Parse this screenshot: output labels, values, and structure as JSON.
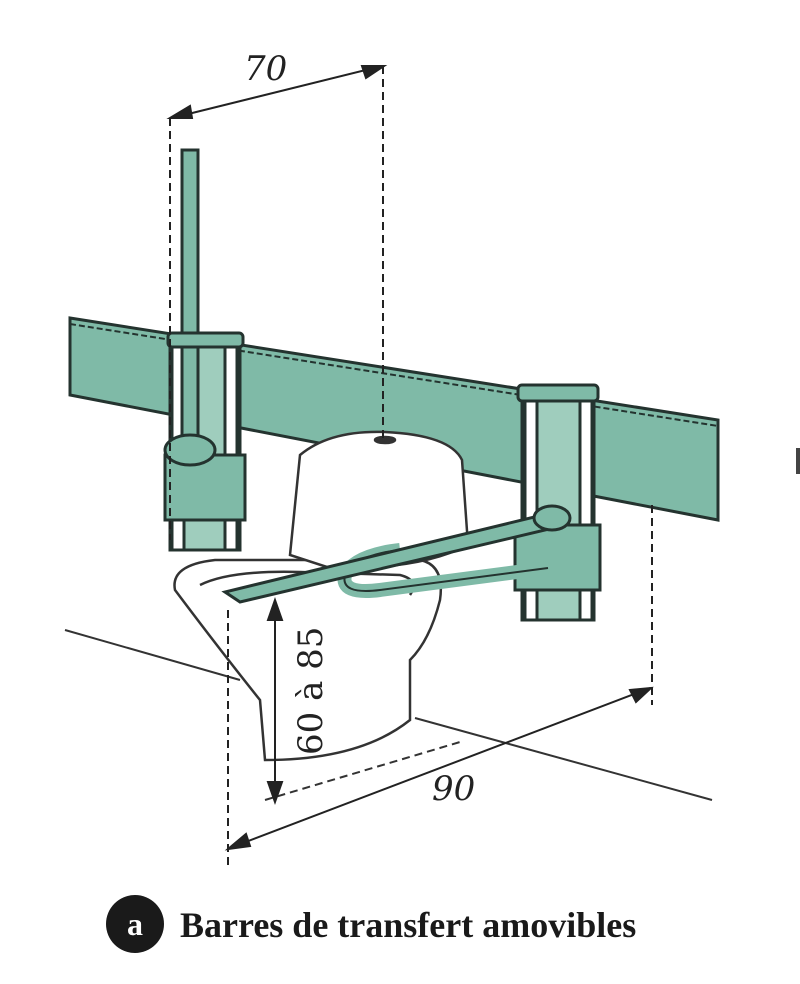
{
  "diagram": {
    "dimensions": {
      "bar_spacing": "70",
      "depth": "90",
      "height_range": "60 à 85"
    },
    "caption": {
      "badge": "a",
      "title": "Barres de transfert amovibles"
    },
    "colors": {
      "bar_green": "#7fbaa7",
      "outline": "#24332f",
      "badge": "#1a1a1a"
    }
  }
}
